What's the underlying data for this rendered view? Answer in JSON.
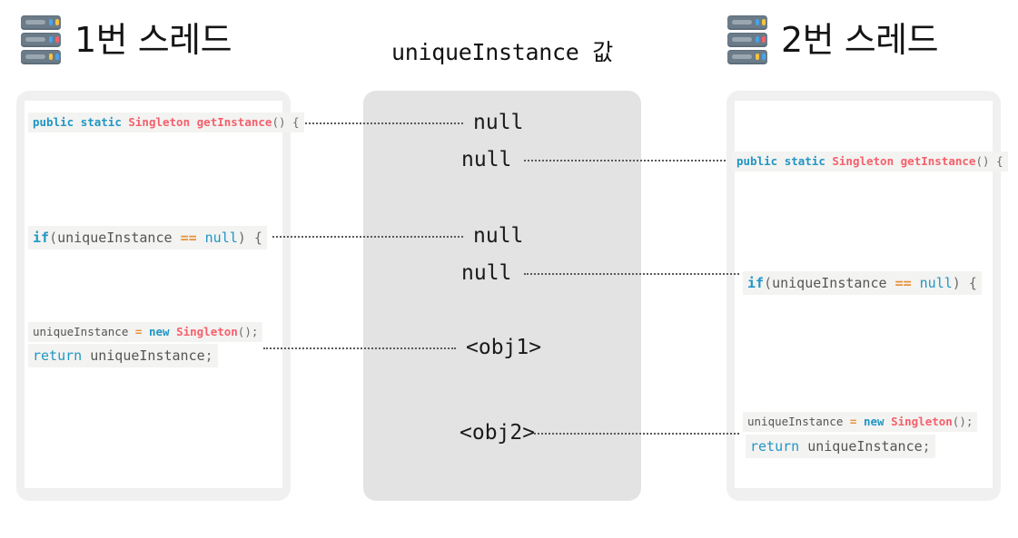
{
  "headers": {
    "left": {
      "icon": "server-icon",
      "title": "1번 스레드"
    },
    "center": {
      "title": "uniqueInstance 값"
    },
    "right": {
      "icon": "server-icon",
      "title": "2번 스레드"
    }
  },
  "code": {
    "signature": {
      "kw_public": "public",
      "kw_static": "static",
      "type_singleton": "Singleton",
      "fn_getinstance": "getInstance",
      "punct_open": "() {"
    },
    "ifcheck": {
      "kw_if": "if",
      "punct_paren": "(",
      "id_unique": "uniqueInstance",
      "op_eq": "==",
      "kw_null": "null",
      "punct_close": ") {"
    },
    "assign": {
      "id_unique": "uniqueInstance",
      "op_assign": "=",
      "kw_new": "new",
      "type_singleton": "Singleton",
      "punct_tail": "();"
    },
    "ret": {
      "kw_return": "return",
      "id_unique": "uniqueInstance",
      "punct_semi": ";"
    }
  },
  "values": {
    "null_1": "null",
    "null_2": "null",
    "null_3": "null",
    "null_4": "null",
    "obj_1": "<obj1>",
    "obj_2": "<obj2>"
  },
  "colors": {
    "keyword": "#2196c4",
    "type": "#f4606c",
    "operator": "#e8923c",
    "identifier": "#555555",
    "card_frame": "#f0f0f0",
    "card_inner": "#ffffff",
    "center_panel": "#e3e3e3",
    "code_bg": "#f3f3f1",
    "connector": "#5a5a5a",
    "page_bg": "#ffffff",
    "title_text": "#141414"
  }
}
